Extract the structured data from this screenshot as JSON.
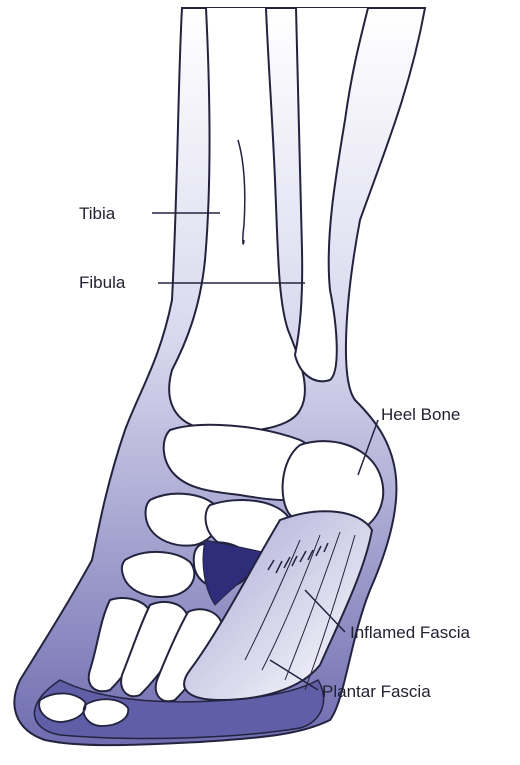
{
  "labels": {
    "tibia": "Tibia",
    "fibula": "Fibula",
    "heel_bone": "Heel Bone",
    "inflamed_fascia": "Inflamed Fascia",
    "plantar_fascia": "Plantar Fascia"
  },
  "colors": {
    "outline": "#23233f",
    "soft_tissue_dark": "#5f5ea6",
    "soft_tissue_light": "#ffffff",
    "bone": "#ffffff",
    "fascia_dark": "#2f2c7a",
    "background": "#ffffff"
  }
}
